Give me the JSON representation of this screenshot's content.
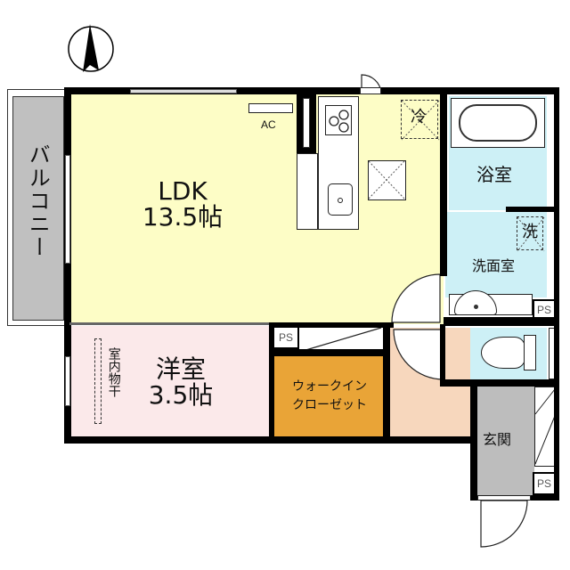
{
  "floorplan": {
    "compass": {
      "icon": "north-arrow-icon"
    },
    "rooms": {
      "balcony": {
        "label": "バルコニー",
        "color": "#c0c0c0"
      },
      "ldk": {
        "name": "LDK",
        "size": "13.5帖",
        "color": "#fdfdc6"
      },
      "western_room": {
        "name": "洋室",
        "size": "3.5帖",
        "color": "#fbe9ea"
      },
      "walk_in_closet": {
        "line1": "ウォークイン",
        "line2": "クローゼット",
        "color": "#e9a437"
      },
      "bathroom": {
        "label": "浴室",
        "color": "#cdf0f6"
      },
      "washroom": {
        "label": "洗面室",
        "color": "#cdf0f6"
      },
      "toilet": {
        "color": "#cdf0f6"
      },
      "hallway": {
        "color": "#f7d7bd"
      },
      "entrance": {
        "label": "玄関",
        "color": "#bdbdbd"
      }
    },
    "fixtures": {
      "ac_label": "AC",
      "fridge_label": "冷",
      "washer_label": "洗",
      "indoor_drying_label": "室内物干",
      "ps_label": "PS"
    }
  }
}
